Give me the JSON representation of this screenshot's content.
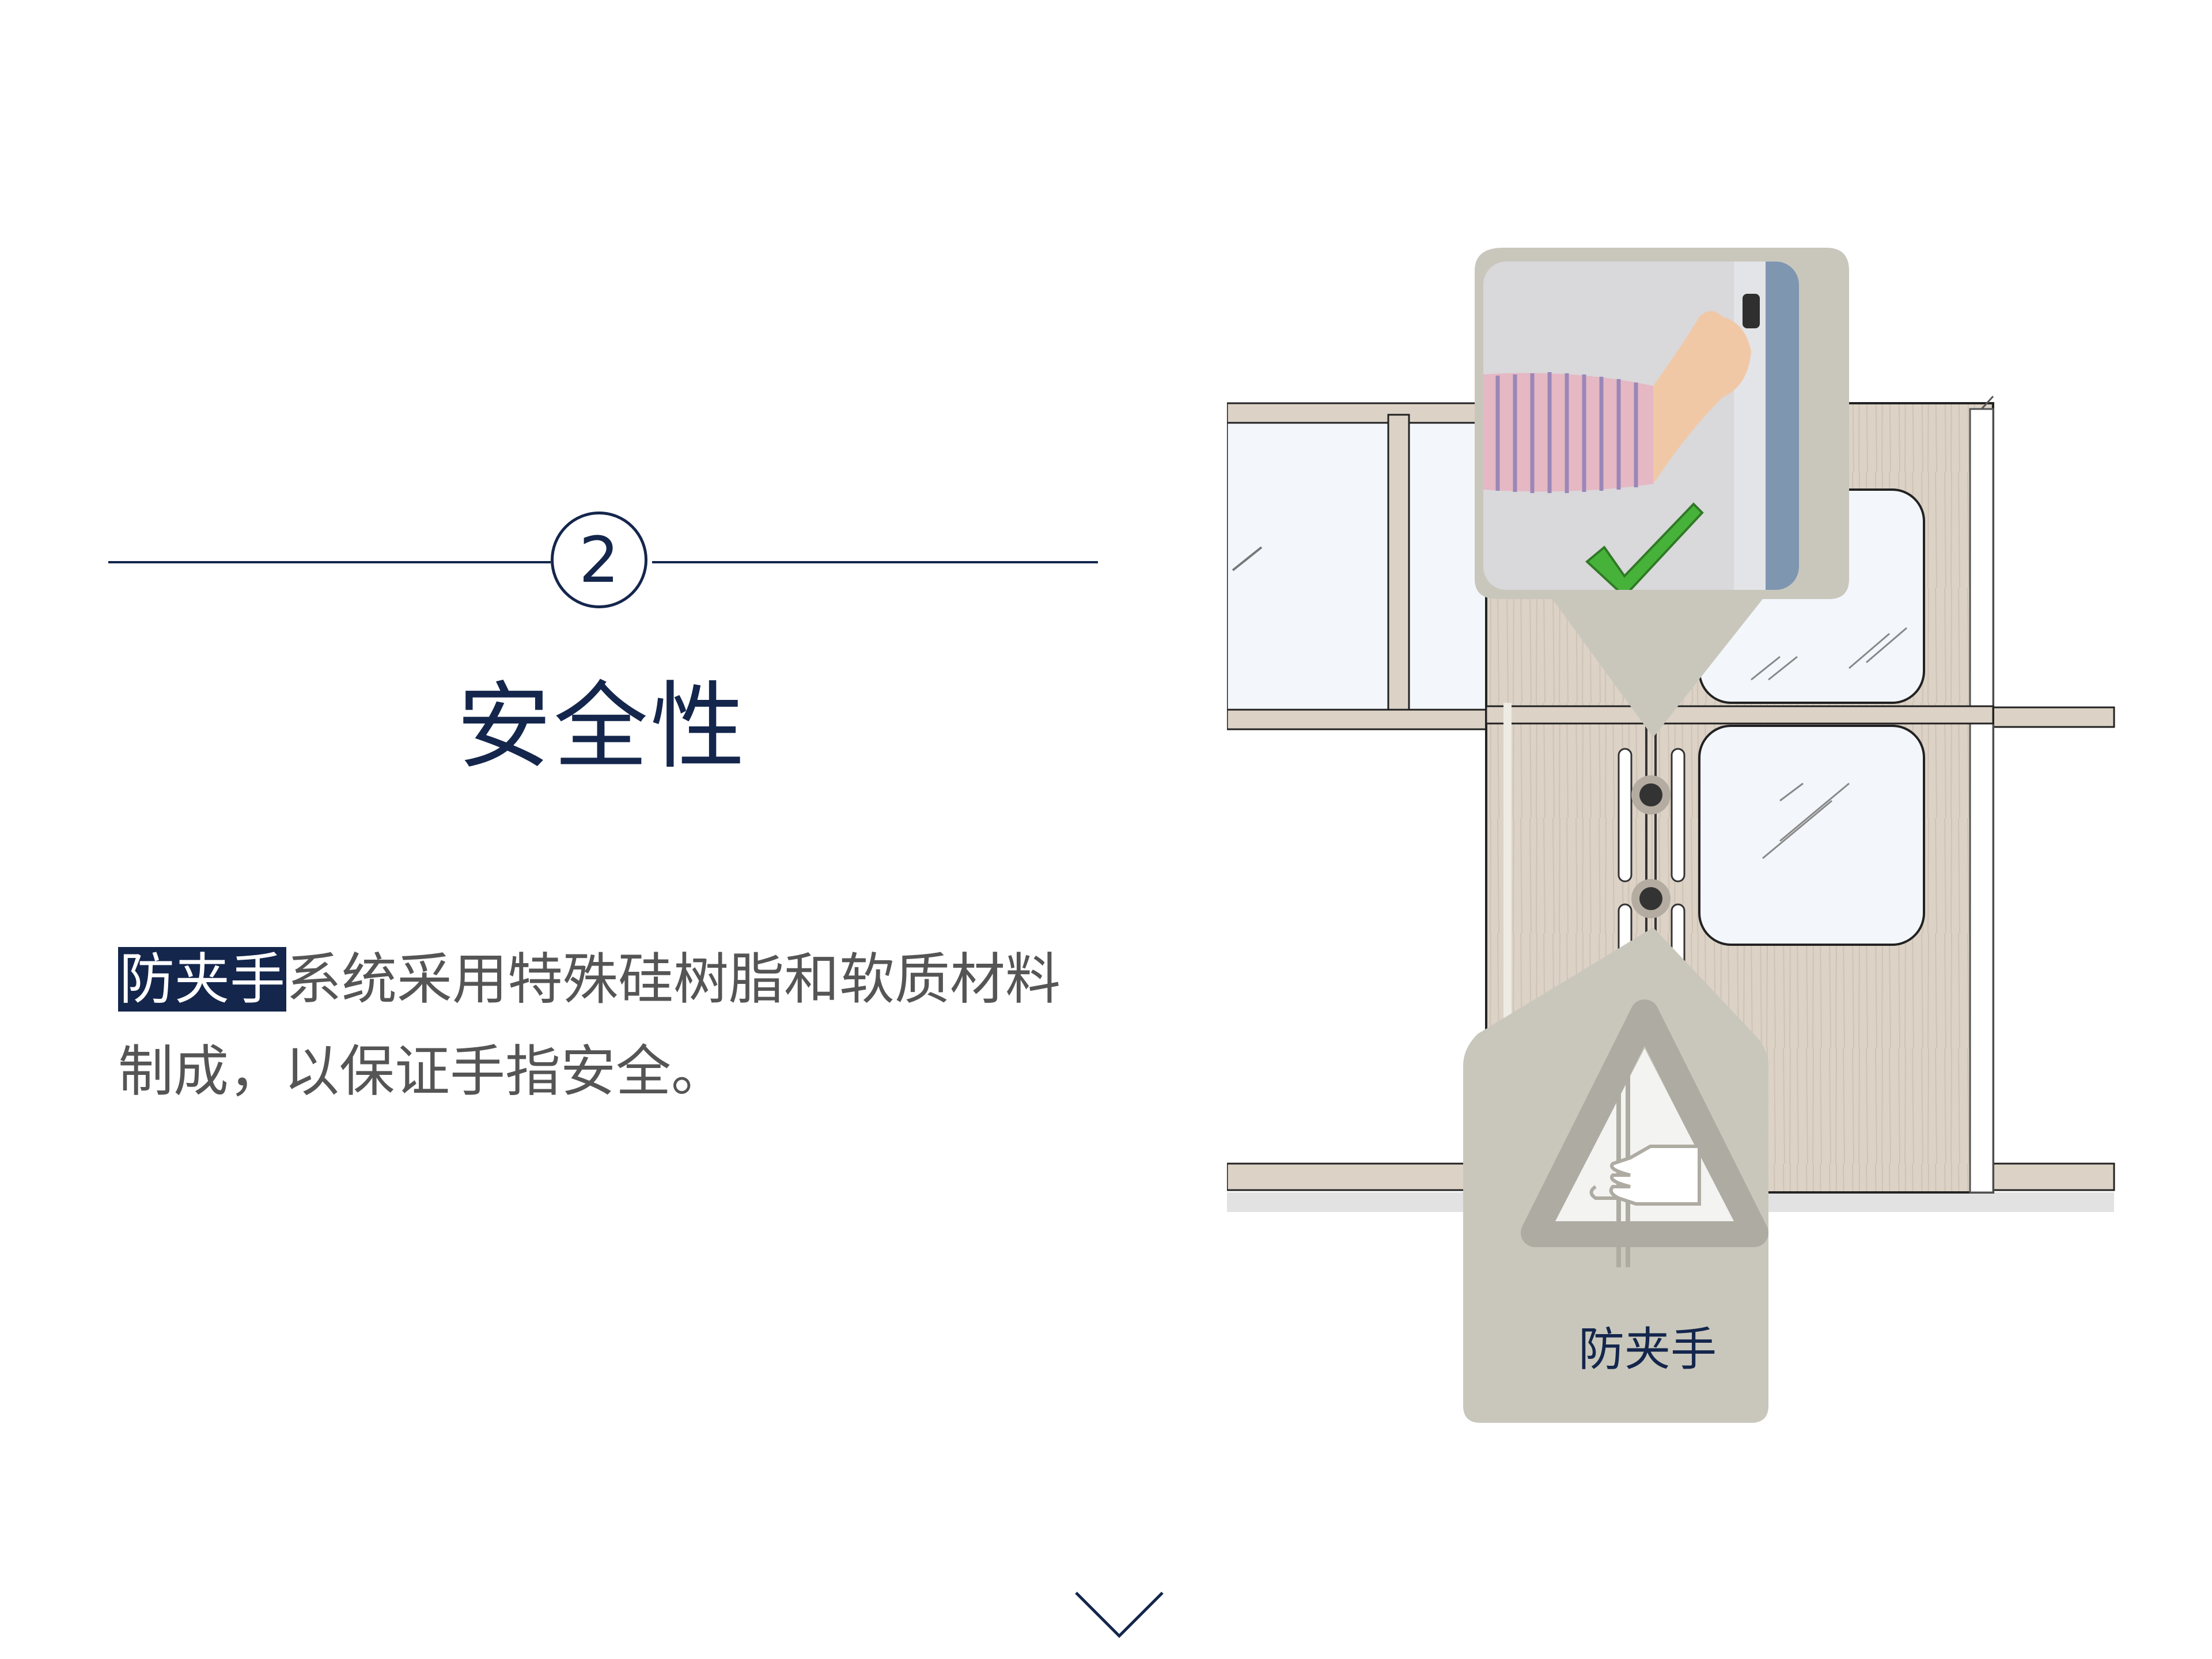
{
  "section": {
    "number": "2",
    "title": "安全性",
    "description_highlight": "防夹手",
    "description_line1_rest": "系统采用特殊硅树脂和软质材料",
    "description_line2": "制成，以保证手指安全。"
  },
  "illustration": {
    "badge_label": "防夹手",
    "icons": [
      "check-mark-icon",
      "anti-pinch-warning-icon"
    ],
    "colors": {
      "wood": "#d9cfc4",
      "frame": "#c7c3b8",
      "glass": "#f2f7fb",
      "check": "#47b23a",
      "navy": "#14264c"
    }
  },
  "nav": {
    "scroll_icon": "chevron-down-icon"
  }
}
